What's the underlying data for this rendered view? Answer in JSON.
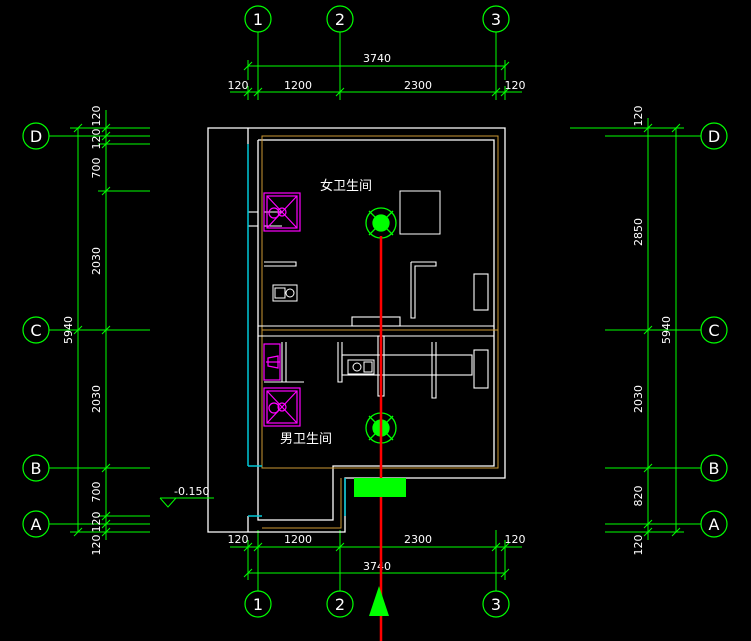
{
  "axes": {
    "vertical": [
      "1",
      "2",
      "3"
    ],
    "horizontal": [
      "D",
      "C",
      "B",
      "A"
    ]
  },
  "dimensions": {
    "top_total": "3740",
    "top": [
      "120",
      "1200",
      "2300",
      "120"
    ],
    "bottom_total": "3740",
    "bottom": [
      "120",
      "1200",
      "2300",
      "120"
    ],
    "left_total": "5940",
    "left": [
      "120",
      "120",
      "700",
      "2030",
      "2030",
      "700",
      "120",
      "120"
    ],
    "right_total": "5940",
    "right": [
      "120",
      "2850",
      "2030",
      "820",
      "120"
    ]
  },
  "rooms": {
    "women": "女卫生间",
    "men": "男卫生间"
  },
  "elevation": "-0.150",
  "colors": {
    "background": "#000000",
    "dimension": "#00ff00",
    "wall": "#ffffff",
    "room_outline": "#cc9933",
    "fixture": "#ff00ff",
    "drain": "#00ff00",
    "pipe": "#ff0000",
    "entrance": "#00ff00"
  }
}
